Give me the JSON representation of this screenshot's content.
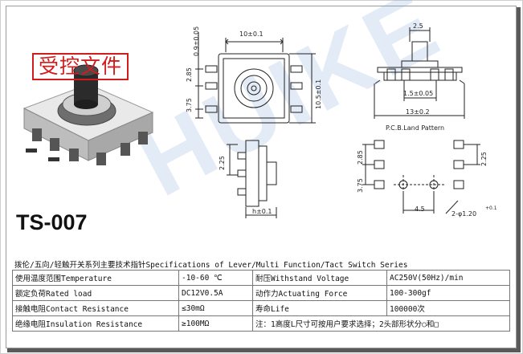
{
  "stamp": "受控文件",
  "model": "TS-007",
  "watermark": "HUIKE",
  "dims": {
    "w10": "10±0.1",
    "d09": "0.9±0.05",
    "d285": "2.85",
    "d375": "3.75",
    "d105": "10.5±0.1",
    "d25top": "2.5",
    "d15": "1.5±0.05",
    "d13": "13±0.2",
    "pcb": "P.C.B.Land Pattern",
    "d225a": "2.25",
    "h01": "h±0.1",
    "d375b": "3.75",
    "d285b": "2.85",
    "d225b": "2.25",
    "d45": "4.5",
    "hole": "2-φ1.20",
    "hole_tol": "+0.1"
  },
  "spec": {
    "title": "拨伦/五向/轻触开关系列主要技术指针Specifications of Lever/Multi Function/Tact Switch Series",
    "rows": [
      {
        "k1": "使用温度范围Temperature",
        "v1": "-10-60 ℃",
        "k2": "耐压Withstand Voltage",
        "v2": "AC250V(50Hz)/min"
      },
      {
        "k1": "额定负荷Rated load",
        "v1": "DC12V0.5A",
        "k2": "动作力Actuating Force",
        "v2": "100-300gf"
      },
      {
        "k1": "接触电阻Contact Resistance",
        "v1": "≤30mΩ",
        "k2": "寿命Life",
        "v2": "100000次"
      },
      {
        "k1": "绝缘电阻Insulation Resistance",
        "v1": "≥100MΩ",
        "k2": "注：1高度L尺寸可按用户要求选择；2头部形状分○和□",
        "v2": ""
      }
    ]
  },
  "colors": {
    "stamp": "#d21c1c",
    "watermark": "#7da9d9",
    "line": "#222222"
  }
}
